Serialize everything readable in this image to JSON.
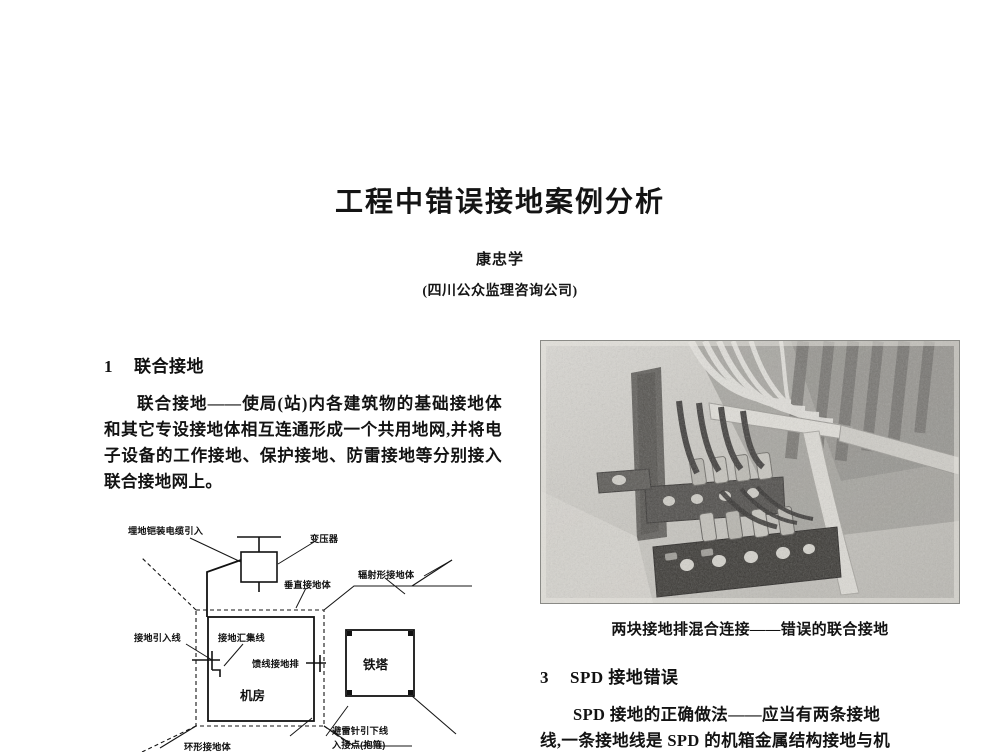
{
  "page": {
    "background_color": "#ffffff",
    "text_color": "#131313"
  },
  "title_block": {
    "title": "工程中错误接地案例分析",
    "author": "康忠学",
    "affiliation": "(四川公众监理咨询公司)"
  },
  "left_column": {
    "section": {
      "number": "1",
      "title": "联合接地"
    },
    "paragraph": "联合接地——使局(站)内各建筑物的基础接地体和其它专设接地体相互连通形成一个共用地网,并将电子设备的工作接地、保护接地、防雷接地等分别接入联合接地网上。"
  },
  "figure": {
    "name": "联合接地示意图",
    "labels": {
      "buried_cable": "埋地铠装电缆引入",
      "transformer": "变压器",
      "vertical_electrode": "垂直接地体",
      "radial_electrode": "辐射形接地体",
      "ground_lead_in": "接地引入线",
      "ground_busbar": "接地汇集线",
      "feeder_ground_bar": "馈线接地排",
      "equipment_room": "机房",
      "tower": "铁塔",
      "ring_electrode": "环形接地体",
      "lightning_downlead": "避雷针引下线",
      "lightning_downlead_2": "入接点(抱箍)"
    }
  },
  "right_column": {
    "photo": {
      "name": "grounding-bars-photo",
      "alt": "两块接地排混合连接的现场照片",
      "caption": "两块接地排混合连接——错误的联合接地"
    },
    "section": {
      "number": "3",
      "title": "SPD 接地错误"
    },
    "paragraph_lines": [
      "SPD 接地的正确做法——应当有两条接地",
      "线,一条接地线是 SPD 的机箱金属结构接地与机"
    ]
  }
}
